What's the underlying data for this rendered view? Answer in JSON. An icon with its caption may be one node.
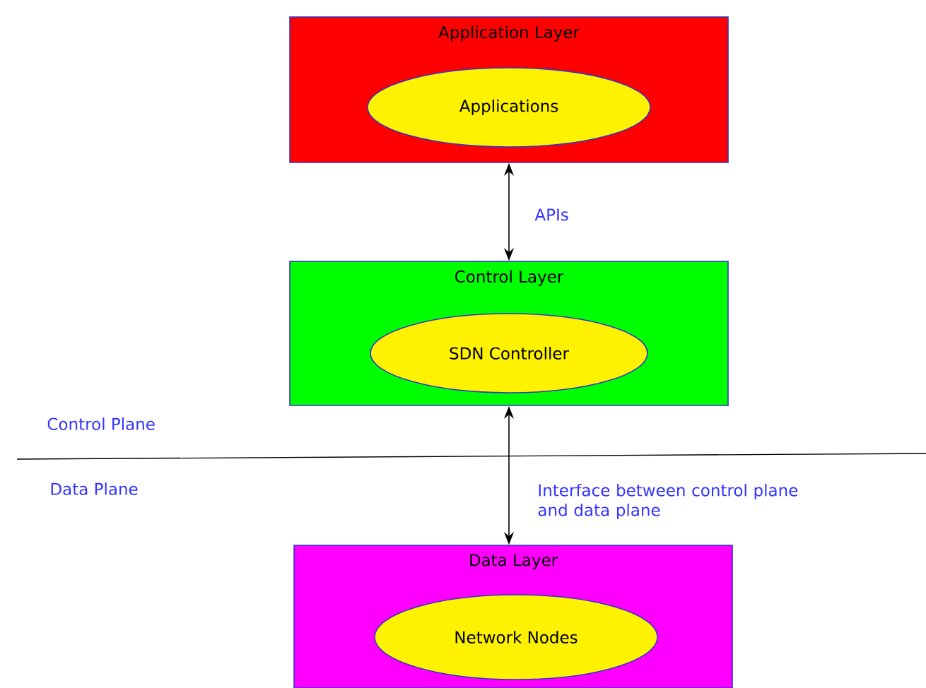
{
  "diagram": {
    "nodes": [
      {
        "text": [
          "Application Layer"
        ]
      },
      {
        "text": [
          "Applications"
        ],
        "in": 0
      },
      {
        "text": [
          "Control Layer"
        ]
      },
      {
        "text": [
          "SDN Controller"
        ],
        "in": 2
      },
      {
        "text": [
          "Data Layer"
        ]
      },
      {
        "text": [
          "Network Nodes"
        ],
        "in": 4
      }
    ],
    "edges": [
      {
        "from": 0,
        "to": 2,
        "arrow": "both",
        "label": "APIs"
      },
      {
        "from": 2,
        "to": 4,
        "arrow": "both",
        "label": "Interface between control plane and data plane"
      }
    ],
    "labels": [
      "Control Plane",
      "Data Plane"
    ]
  }
}
